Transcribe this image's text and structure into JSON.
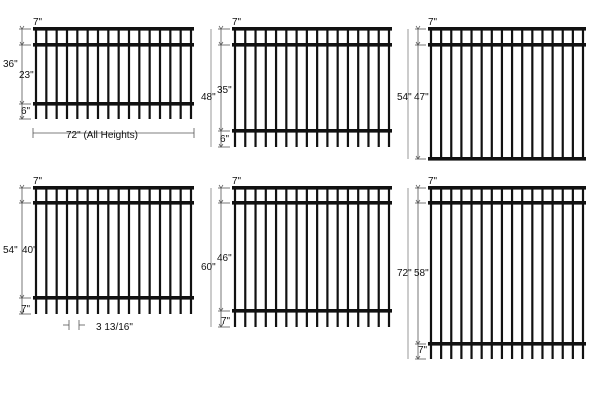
{
  "colors": {
    "ink": "#111111",
    "dim": "#555555",
    "background": "#ffffff"
  },
  "panels": [
    {
      "id": "p1",
      "overall": "36\"",
      "middle": "23\"",
      "top": "7\"",
      "bottom": "6\"",
      "width_note": "72\" (All Heights)",
      "flush_bottom": false
    },
    {
      "id": "p2",
      "overall": "48\"",
      "middle": "35\"",
      "top": "7\"",
      "bottom": "6\"",
      "flush_bottom": false
    },
    {
      "id": "p3",
      "overall": "54\"",
      "middle": "47\"",
      "top": "7\"",
      "bottom": "",
      "flush_bottom": true
    },
    {
      "id": "p4",
      "overall": "54\"",
      "middle": "40\"",
      "top": "7\"",
      "bottom": "7\"",
      "spacing_note": "3 13/16\"",
      "flush_bottom": false
    },
    {
      "id": "p5",
      "overall": "60\"",
      "middle": "46\"",
      "top": "7\"",
      "bottom": "7\"",
      "flush_bottom": false
    },
    {
      "id": "p6",
      "overall": "72\"",
      "middle": "58\"",
      "top": "7\"",
      "bottom": "7\"",
      "flush_bottom": false
    }
  ]
}
